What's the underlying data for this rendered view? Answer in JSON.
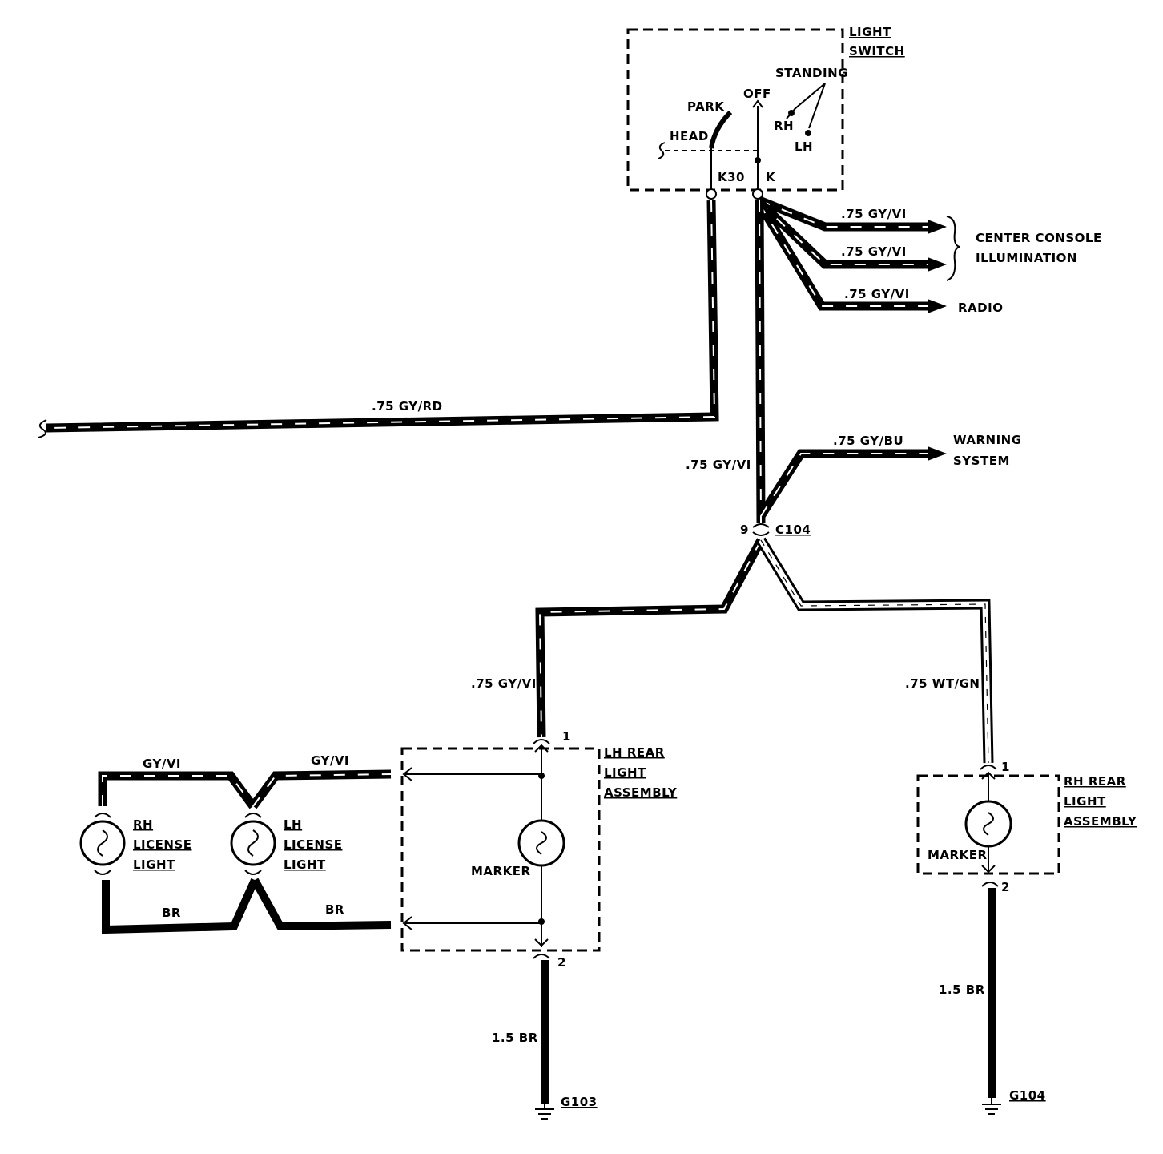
{
  "light_switch": {
    "title_line1": "LIGHT",
    "title_line2": "SWITCH",
    "standing": "STANDING",
    "park": "PARK",
    "off": "OFF",
    "head": "HEAD",
    "rh": "RH",
    "lh": "LH",
    "k30": "K30",
    "k": "K"
  },
  "wires": {
    "gy_vi_console_1": ".75 GY/VI",
    "gy_vi_console_2": ".75 GY/VI",
    "gy_vi_radio": ".75 GY/VI",
    "gy_rd": ".75 GY/RD",
    "gy_vi_main": ".75 GY/VI",
    "gy_bu": ".75 GY/BU",
    "gy_vi_lh": ".75 GY/VI",
    "wt_gn": ".75 WT/GN",
    "gy_vi_lic_1": "GY/VI",
    "gy_vi_lic_2": "GY/VI",
    "br_lic_1": "BR",
    "br_lic_2": "BR",
    "br_lh_ground": "1.5 BR",
    "br_rh_ground": "1.5 BR"
  },
  "destinations": {
    "center_console_line1": "CENTER CONSOLE",
    "center_console_line2": "ILLUMINATION",
    "radio": "RADIO",
    "warning_line1": "WARNING",
    "warning_line2": "SYSTEM"
  },
  "connector": {
    "pin": "9",
    "name": "C104"
  },
  "lh_rear": {
    "line1": "LH REAR",
    "line2": "LIGHT",
    "line3": "ASSEMBLY",
    "marker": "MARKER",
    "pin1": "1",
    "pin2": "2"
  },
  "rh_rear": {
    "line1": "RH REAR",
    "line2": "LIGHT",
    "line3": "ASSEMBLY",
    "marker": "MARKER",
    "pin1": "1",
    "pin2": "2"
  },
  "rh_license": {
    "line1": "RH",
    "line2": "LICENSE",
    "line3": "LIGHT"
  },
  "lh_license": {
    "line1": "LH",
    "line2": "LICENSE",
    "line3": "LIGHT"
  },
  "grounds": {
    "g103": "G103",
    "g104": "G104"
  }
}
